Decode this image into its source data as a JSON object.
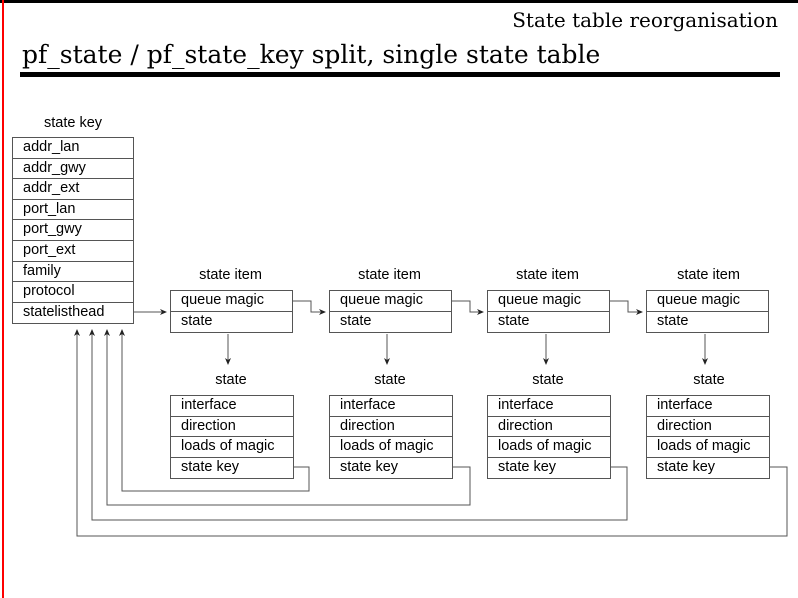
{
  "header": {
    "kicker": "State table reorganisation",
    "title": "pf_state / pf_state_key split, single state table"
  },
  "colors": {
    "accent_stripe": "#fe0000",
    "rule": "#000000",
    "box_border": "#555555",
    "background": "#ffffff"
  },
  "diagram": {
    "state_key": {
      "caption": "state key",
      "fields": [
        "addr_lan",
        "addr_gwy",
        "addr_ext",
        "port_lan",
        "port_gwy",
        "port_ext",
        "family",
        "protocol",
        "statelisthead"
      ]
    },
    "state_item": {
      "caption": "state item",
      "fields": [
        "queue magic",
        "state"
      ],
      "count": 4
    },
    "state": {
      "caption": "state",
      "fields": [
        "interface",
        "direction",
        "loads of magic",
        "state key"
      ],
      "count": 4
    },
    "chain": [
      {
        "item_caption": "state item",
        "state_caption": "state"
      },
      {
        "item_caption": "state item",
        "state_caption": "state"
      },
      {
        "item_caption": "state item",
        "state_caption": "state"
      },
      {
        "item_caption": "state item",
        "state_caption": "state"
      }
    ]
  }
}
